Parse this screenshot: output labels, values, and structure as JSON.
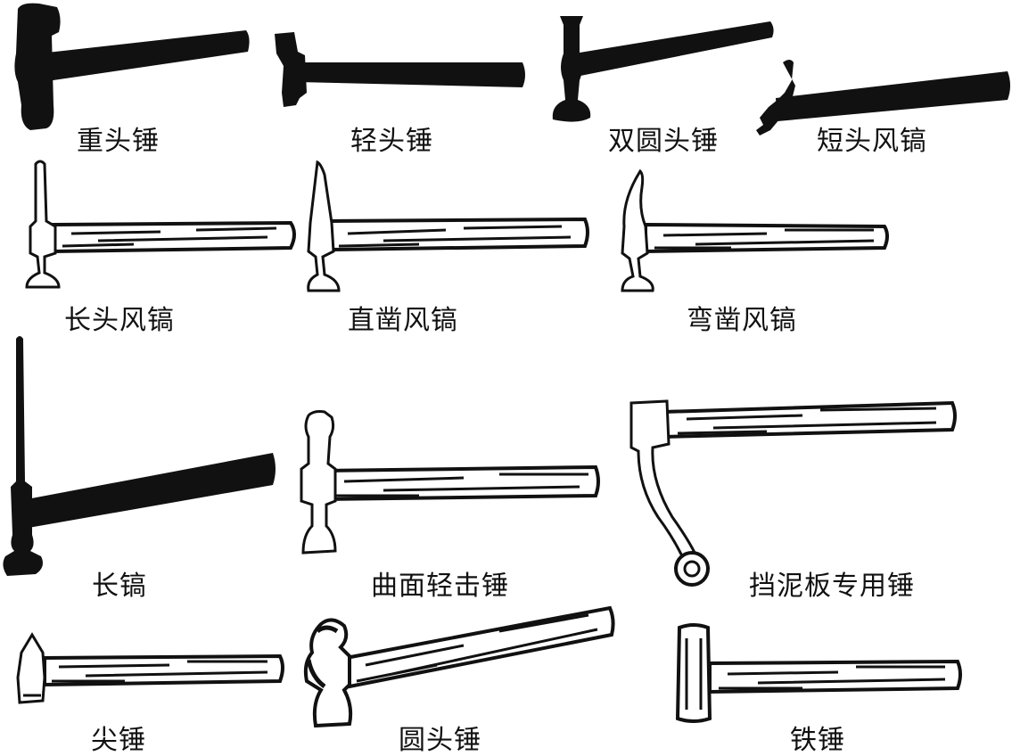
{
  "colors": {
    "ink": "#111111",
    "paper": "#ffffff"
  },
  "hammers": [
    {
      "icon": "heavy-head-hammer-icon",
      "label": "重头锤"
    },
    {
      "icon": "light-head-hammer-icon",
      "label": "轻头锤"
    },
    {
      "icon": "double-round-head-hammer-icon",
      "label": "双圆头锤"
    },
    {
      "icon": "short-head-pick-hammer-icon",
      "label": "短头风镐"
    },
    {
      "icon": "long-head-pick-hammer-icon",
      "label": "长头风镐"
    },
    {
      "icon": "straight-chisel-pick-hammer-icon",
      "label": "直凿风镐"
    },
    {
      "icon": "curved-chisel-pick-hammer-icon",
      "label": "弯凿风镐"
    },
    {
      "icon": "long-pick-hammer-icon",
      "label": "长镐"
    },
    {
      "icon": "curved-surface-light-hammer-icon",
      "label": "曲面轻击锤"
    },
    {
      "icon": "fender-special-hammer-icon",
      "label": "挡泥板专用锤"
    },
    {
      "icon": "pointed-hammer-icon",
      "label": "尖锤"
    },
    {
      "icon": "round-head-hammer-icon",
      "label": "圆头锤"
    },
    {
      "icon": "iron-hammer-icon",
      "label": "铁锤"
    }
  ]
}
